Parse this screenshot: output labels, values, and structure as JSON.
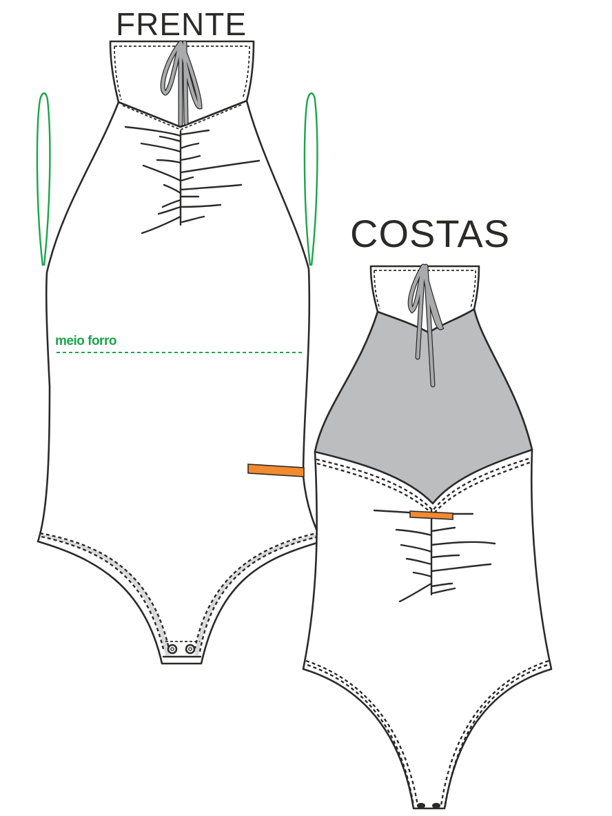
{
  "labels": {
    "front": "FRENTE",
    "back": "COSTAS",
    "lining": "meio forro"
  },
  "colors": {
    "outline": "#2b2a29",
    "strap": "#1aa54a",
    "label": "#f28a30",
    "yoke": "#bcbdbf",
    "ties": "#a9aaac"
  }
}
